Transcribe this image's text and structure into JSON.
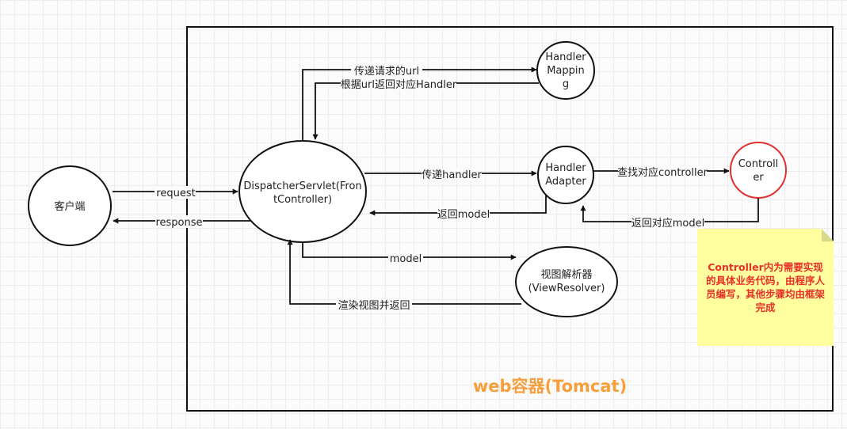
{
  "container": {
    "label": "web容器(Tomcat)",
    "label_color": "#f5a03c"
  },
  "nodes": {
    "client": "客户端",
    "dispatcher": [
      "DispatcherServlet(Fron",
      "tController)"
    ],
    "handler_mapping": [
      "Handler",
      "Mappin",
      "g"
    ],
    "handler_adapter": [
      "Handler",
      "Adapter"
    ],
    "controller": [
      "Controll",
      "er"
    ],
    "view_resolver": [
      "视图解析器",
      "(ViewResolver)"
    ]
  },
  "edges": {
    "request": "request",
    "response": "response",
    "pass_url": "传递请求的url",
    "return_handler": "根据url返回对应Handler",
    "pass_handler": "传递handler",
    "return_model": "返回model",
    "find_controller": "查找对应controller",
    "controller_return_model": "返回对应model",
    "model": "model",
    "render": "渲染视图并返回"
  },
  "note": {
    "text": "Controller内为需要实现的具体业务代码，由程序人员编写，其他步骤均由框架完成",
    "color": "#e8302a",
    "background": "#ffff9f"
  },
  "colors": {
    "stroke": "#111111",
    "controller_border": "#e03030"
  }
}
